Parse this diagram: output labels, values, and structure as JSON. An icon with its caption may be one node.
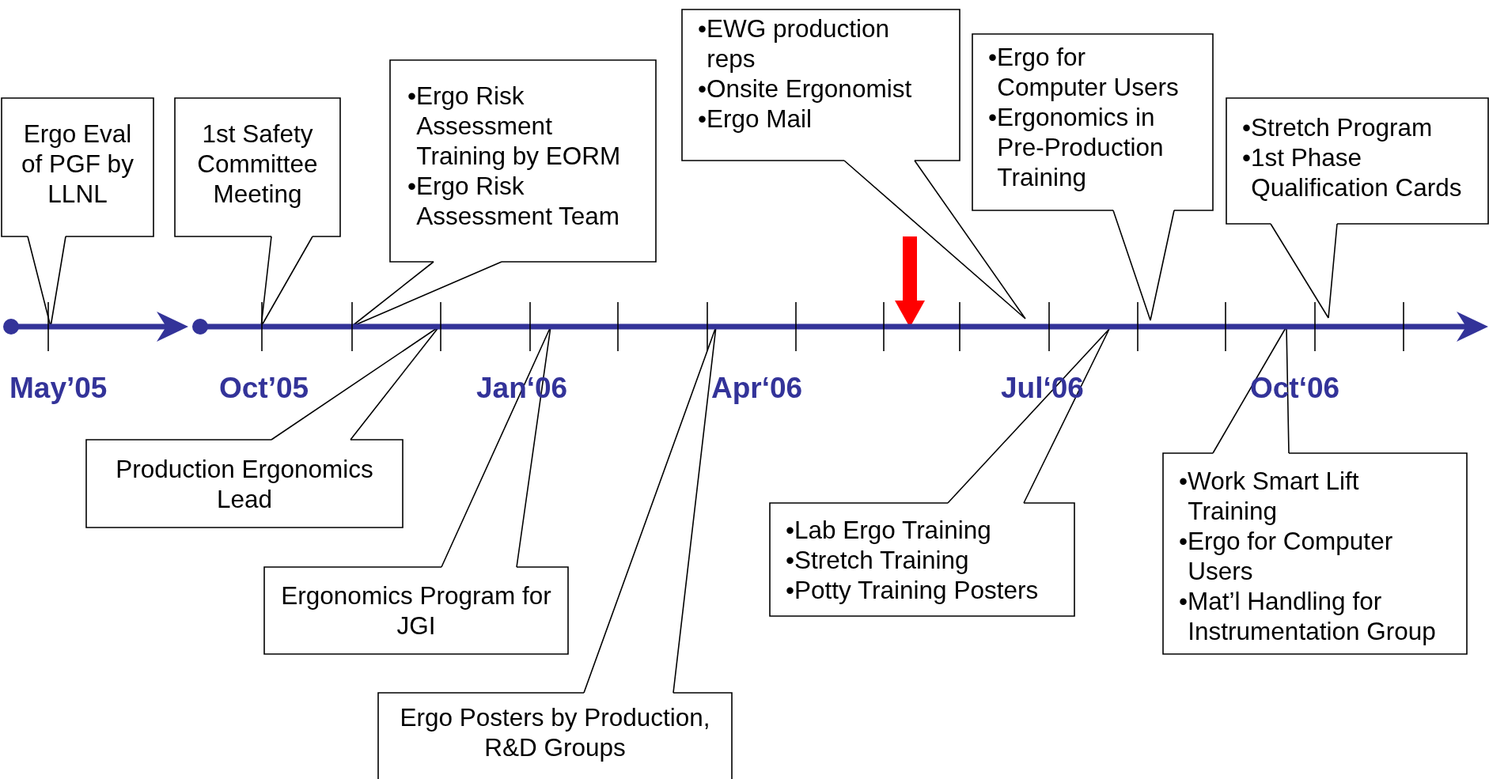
{
  "diagram": {
    "nodes": [
      {
        "text": [
          "Ergo Eval of PGF by LLNL"
        ]
      },
      {
        "text": [
          "1st Safety Committee Meeting"
        ]
      },
      {
        "text": [
          "•Ergo Risk Assessment Training by EORM",
          "•Ergo Risk Assessment Team"
        ]
      },
      {
        "text": [
          "•EWG production reps",
          "•Onsite Ergonomist",
          "•Ergo Mail"
        ]
      },
      {
        "text": [
          "•Ergo for Computer Users",
          "•Ergonomics in Pre-Production Training"
        ]
      },
      {
        "text": [
          "•Stretch Program",
          "•1st Phase Qualification Cards"
        ]
      },
      {
        "text": [
          "Production Ergonomics Lead"
        ]
      },
      {
        "text": [
          "Ergonomics Program for JGI"
        ]
      },
      {
        "text": [
          "Ergo Posters by Production, R&D Groups"
        ]
      },
      {
        "text": [
          "•Lab Ergo Training",
          "•Stretch Training",
          "•Potty Training Posters"
        ]
      },
      {
        "text": [
          "•Work Smart Lift Training",
          "•Ergo for Computer Users",
          "•Mat’l Handling for Instrumentation Group"
        ]
      },
      {
        "text": [],
        "shape": "arrow"
      },
      {
        "text": [],
        "shape": "arrow"
      }
    ],
    "edges": [
      {
        "from": 0,
        "to": 11,
        "arrow": "none"
      },
      {
        "from": 1,
        "to": 12,
        "arrow": "none"
      },
      {
        "from": 2,
        "to": 12,
        "arrow": "none"
      },
      {
        "from": 3,
        "to": 12,
        "arrow": "none"
      },
      {
        "from": 4,
        "to": 12,
        "arrow": "none"
      },
      {
        "from": 5,
        "to": 12,
        "arrow": "none"
      },
      {
        "from": 6,
        "to": 12,
        "arrow": "none"
      },
      {
        "from": 7,
        "to": 12,
        "arrow": "none"
      },
      {
        "from": 8,
        "to": 12,
        "arrow": "none"
      },
      {
        "from": 9,
        "to": 12,
        "arrow": "none"
      },
      {
        "from": 10,
        "to": 12,
        "arrow": "none"
      },
      {
        "from": null,
        "to": 12,
        "arrow": "to",
        "style": "thick",
        "color": "#ff0000"
      }
    ],
    "labels": [
      "May’05",
      "Oct’05",
      "Jan‘06",
      "Apr‘06",
      "Jul‘06",
      "Oct‘06"
    ]
  }
}
